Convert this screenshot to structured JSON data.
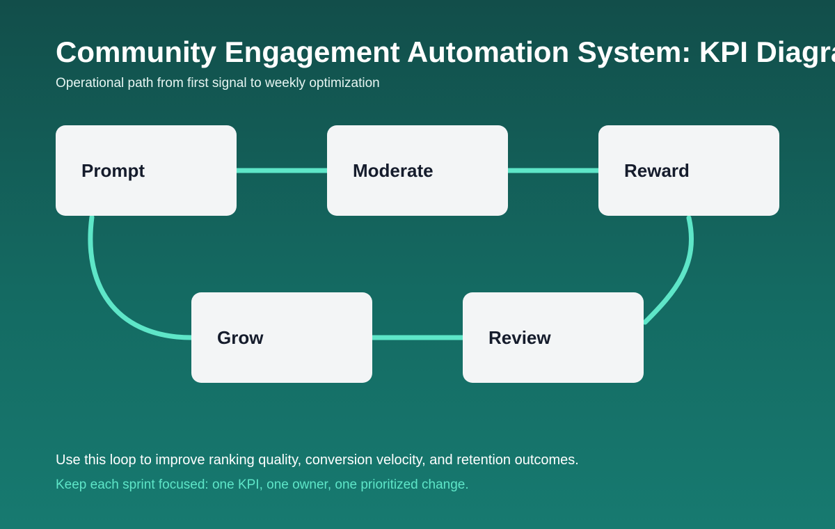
{
  "header": {
    "title": "Community Engagement Automation System: KPI Diagram",
    "subtitle": "Operational path from first signal to weekly optimization"
  },
  "diagram": {
    "nodes": [
      {
        "id": "prompt",
        "label": "Prompt"
      },
      {
        "id": "moderate",
        "label": "Moderate"
      },
      {
        "id": "reward",
        "label": "Reward"
      },
      {
        "id": "grow",
        "label": "Grow"
      },
      {
        "id": "review",
        "label": "Review"
      }
    ],
    "edges": [
      {
        "from": "prompt",
        "to": "moderate"
      },
      {
        "from": "moderate",
        "to": "reward"
      },
      {
        "from": "reward",
        "to": "review"
      },
      {
        "from": "review",
        "to": "grow"
      },
      {
        "from": "grow",
        "to": "prompt"
      }
    ],
    "connector_color": "#5ee6c8",
    "node_color": "#f3f5f6"
  },
  "footer": {
    "text": "Use this loop to improve ranking quality, conversion velocity, and retention outcomes.",
    "note": "Keep each sprint focused: one KPI, one owner, one prioritized change."
  }
}
